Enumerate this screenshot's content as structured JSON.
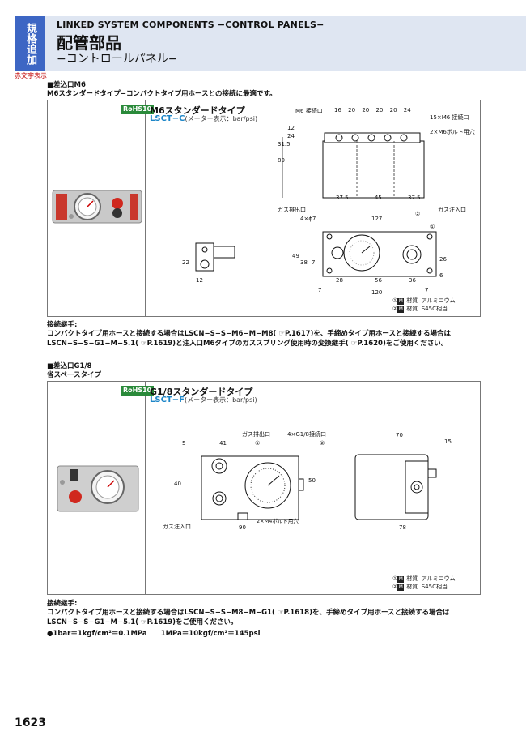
{
  "header": {
    "side_tag": "規格追加",
    "side_note": "赤文字表示",
    "series": "LINKED SYSTEM COMPONENTS −CONTROL PANELS−",
    "title": "配管部品",
    "subtitle": "−コントロールパネル−"
  },
  "section1": {
    "heading": "■差込口M6",
    "desc": "M6スタンダードタイプ−コンパクトタイプ用ホースとの接続に最適です。",
    "rohs": "RoHS10",
    "product_title": "M6スタンダードタイプ",
    "product_code": "LSCT−C",
    "product_meter": "(メーター表示：bar/psi)",
    "callouts": {
      "m6_port": "M6 接続口",
      "m6_port_count": "15×M6 接続口",
      "bolt_hole": "2×M6ボルト用穴",
      "gas_out": "ガス排出口",
      "gas_in": "ガス注入口",
      "holes": "4×ϕ7",
      "c1": "①",
      "c2": "②"
    },
    "dims_top": [
      "16",
      "20",
      "20",
      "20",
      "20",
      "24"
    ],
    "dims_side": [
      "12",
      "24",
      "31.5",
      "80"
    ],
    "dims_bottom": [
      "37.5",
      "45",
      "37.5"
    ],
    "dims_plan": [
      "127",
      "49",
      "38",
      "7",
      "28",
      "56",
      "36",
      "26",
      "6",
      "7",
      "120",
      "7"
    ],
    "dims_small": [
      "22",
      "12"
    ],
    "materials": [
      {
        "num": "①",
        "label": "材質",
        "value": "アルミニウム"
      },
      {
        "num": "②",
        "label": "材質",
        "value": "S45C相当"
      }
    ],
    "joint_heading": "接続継手:",
    "joint_text": "コンパクトタイプ用ホースと接続する場合はLSCN−S−S−M6−M−M8( ☞P.1617)を、手締めタイプ用ホースと接続する場合はLSCN−S−S−G1−M−5.1( ☞P.1619)と注入口M6タイプのガススプリング使用時の変換継手( ☞P.1620)をご使用ください。"
  },
  "section2": {
    "heading": "■差込口G1/8",
    "desc": "省スペースタイプ",
    "rohs": "RoHS10",
    "product_title": "G1/8スタンダードタイプ",
    "product_code": "LSCT−F",
    "product_meter": "(メーター表示：bar/psi)",
    "callouts": {
      "gas_out": "ガス排出口",
      "g18_port": "4×G1/8接続口",
      "bolt_hole": "2×M4ボルト用穴",
      "gas_in": "ガス注入口",
      "c1": "①",
      "c2": "②"
    },
    "dims_front": [
      "5",
      "41",
      "40",
      "50",
      "90"
    ],
    "dims_side": [
      "70",
      "15",
      "78"
    ],
    "materials": [
      {
        "num": "①",
        "label": "材質",
        "value": "アルミニウム"
      },
      {
        "num": "②",
        "label": "材質",
        "value": "S45C相当"
      }
    ],
    "joint_heading": "接続継手:",
    "joint_text": "コンパクトタイプ用ホースと接続する場合はLSCN−S−S−M8−M−G1( ☞P.1618)を、手締めタイプ用ホースと接続する場合はLSCN−S−S−G1−M−5.1( ☞P.1619)をご使用ください。",
    "unit_note": "●1bar＝1kgf/cm²＝0.1MPa　　1MPa＝10kgf/cm²＝145psi"
  },
  "page_number": "1623"
}
